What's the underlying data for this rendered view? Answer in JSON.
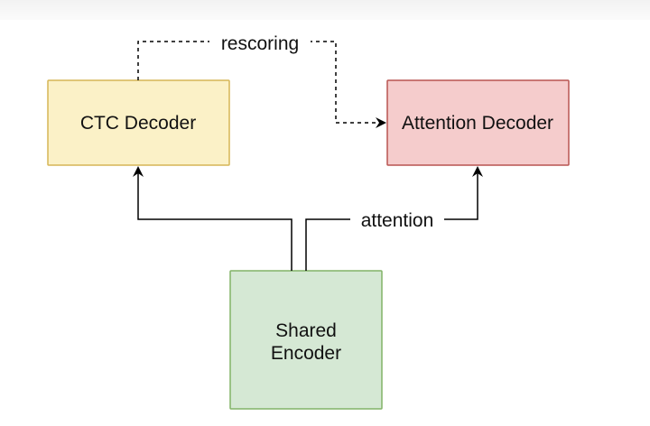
{
  "nodes": {
    "ctc": {
      "label": "CTC Decoder",
      "fill": "#fbf1c7",
      "stroke": "#d6b656"
    },
    "attention": {
      "label": "Attention Decoder",
      "fill": "#f5cccc",
      "stroke": "#b85450"
    },
    "encoder": {
      "line1": "Shared",
      "line2": "Encoder",
      "fill": "#d5e8d4",
      "stroke": "#82b366"
    }
  },
  "edges": {
    "rescoring": {
      "label": "rescoring",
      "style": "dashed"
    },
    "attention": {
      "label": "attention",
      "style": "solid"
    }
  }
}
